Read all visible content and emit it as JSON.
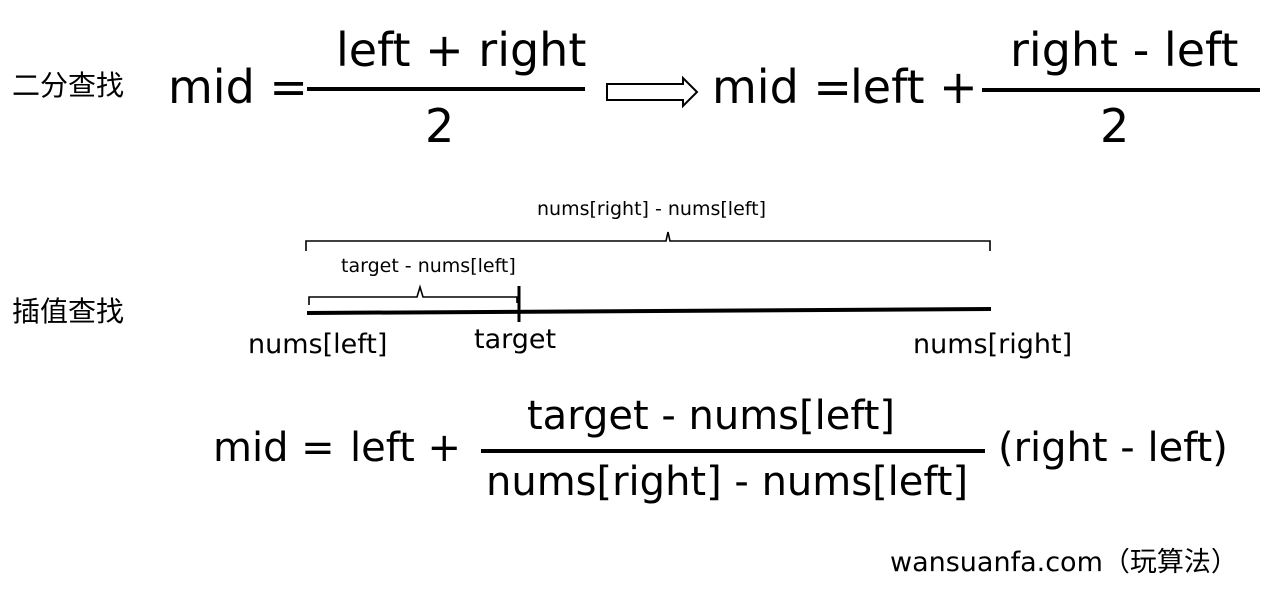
{
  "binary": {
    "section_label": "二分查找",
    "lhs": "mid =",
    "numerator": "left + right",
    "denominator": "2",
    "rhs_lhs": "mid =",
    "rhs_prefix": "left +",
    "rhs_numerator": "right - left",
    "rhs_denominator": "2"
  },
  "interpolation": {
    "section_label": "插值查找",
    "total_span_label": "nums[right] - nums[left]",
    "partial_span_label": "target - nums[left]",
    "left_end_label": "nums[left]",
    "target_label": "target",
    "right_end_label": "nums[right]",
    "formula": {
      "lhs": "mid =",
      "prefix": "left +",
      "numerator": "target - nums[left]",
      "denominator": "nums[right] - nums[left]",
      "multiplier": "(right - left)"
    }
  },
  "watermark": "wansuanfa.com（玩算法）"
}
